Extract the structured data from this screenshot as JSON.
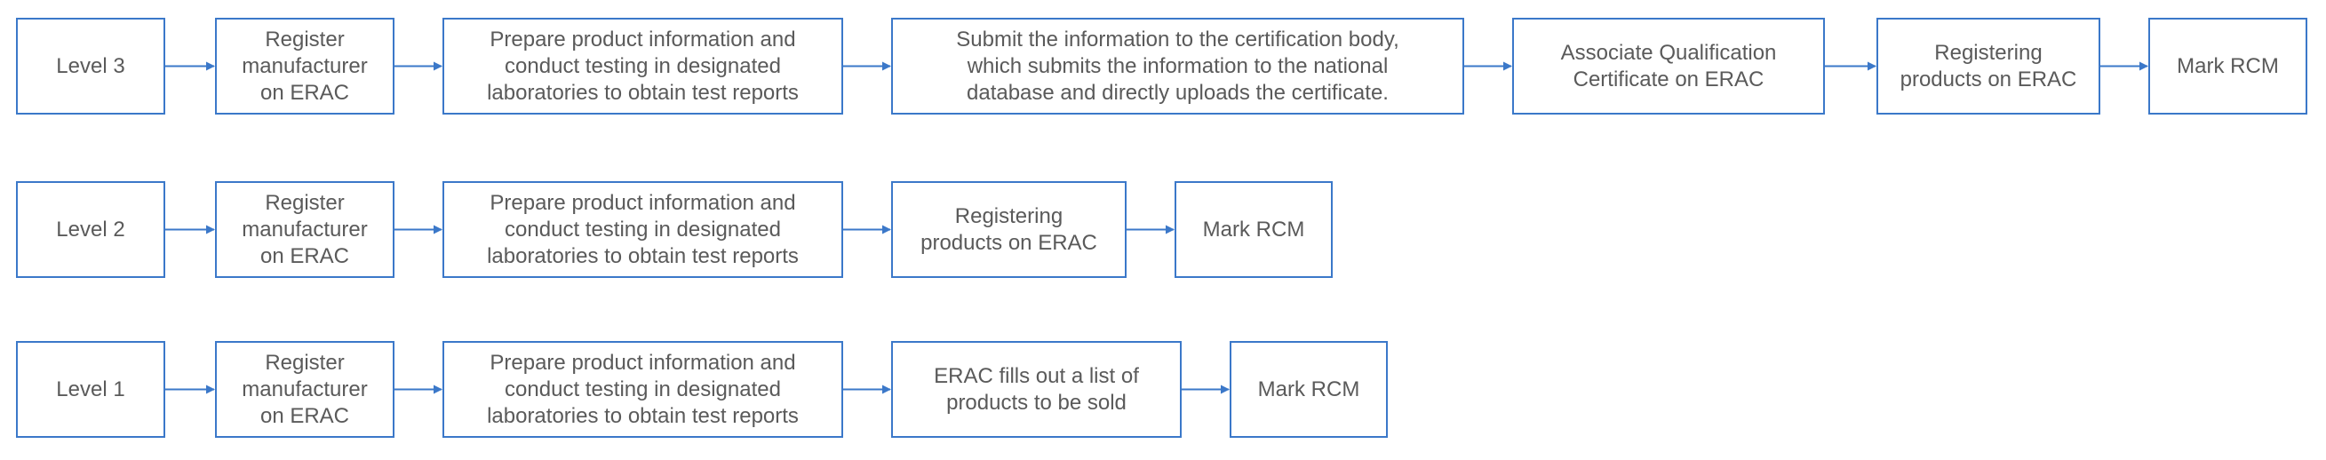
{
  "colors": {
    "stroke": "#3b78c9",
    "text": "#5a5a5a",
    "background": "#ffffff"
  },
  "rows": [
    {
      "level": "Level 3",
      "steps": [
        "Register\nmanufacturer\non ERAC",
        "Prepare product information and\nconduct testing in designated\nlaboratories to obtain test reports",
        "Submit the information to the certification body,\nwhich submits the information to the national\ndatabase and directly uploads the certificate.",
        "Associate Qualification\nCertificate on ERAC",
        "Registering\nproducts on ERAC",
        "Mark RCM"
      ]
    },
    {
      "level": "Level 2",
      "steps": [
        "Register\nmanufacturer\non ERAC",
        "Prepare product information and\nconduct testing in designated\nlaboratories to obtain test reports",
        "Registering\nproducts on ERAC",
        "Mark RCM"
      ]
    },
    {
      "level": "Level 1",
      "steps": [
        "Register\nmanufacturer\non ERAC",
        "Prepare product information and\nconduct testing in designated\nlaboratories to obtain test reports",
        "ERAC fills out a list of\nproducts to be sold",
        "Mark RCM"
      ]
    }
  ]
}
